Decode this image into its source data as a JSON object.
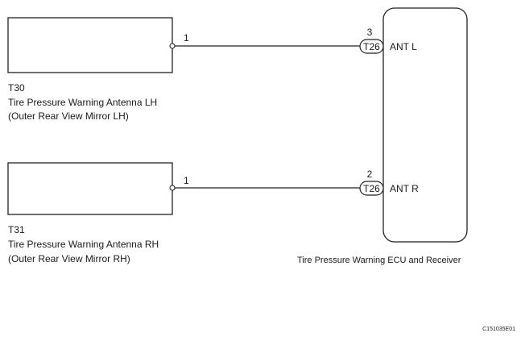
{
  "antenna_lh": {
    "code": "T30",
    "name": "Tire Pressure Warning Antenna LH",
    "location": "(Outer Rear View Mirror LH)",
    "pin": "1"
  },
  "antenna_rh": {
    "code": "T31",
    "name": "Tire Pressure Warning Antenna RH",
    "location": "(Outer Rear View Mirror RH)",
    "pin": "1"
  },
  "ecu": {
    "name": "Tire Pressure Warning ECU and Receiver",
    "terminal_l": {
      "pin": "3",
      "connector": "T26",
      "signal": "ANT L"
    },
    "terminal_r": {
      "pin": "2",
      "connector": "T26",
      "signal": "ANT R"
    }
  },
  "figure_id": "C151035E01"
}
